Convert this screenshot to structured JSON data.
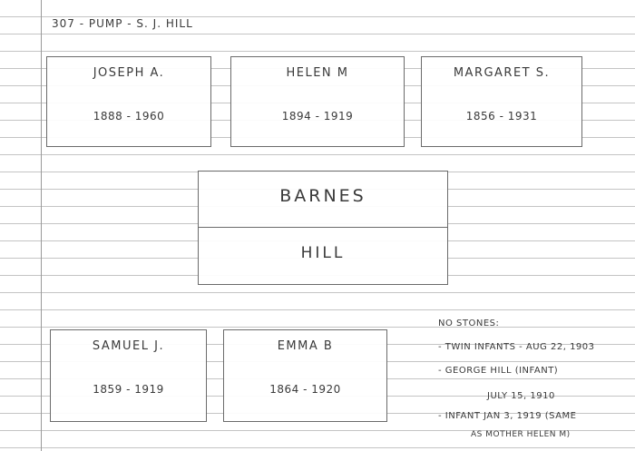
{
  "header": {
    "title": "307 - PUMP - S. J. HILL"
  },
  "top_row": [
    {
      "name": "JOSEPH  A.",
      "dates": "1888 - 1960"
    },
    {
      "name": "HELEN  M",
      "dates": "1894 - 1919"
    },
    {
      "name": "MARGARET  S.",
      "dates": "1856 - 1931"
    }
  ],
  "center": {
    "top": "BARNES",
    "bottom": "HILL"
  },
  "bottom_row": [
    {
      "name": "SAMUEL  J.",
      "dates": "1859 - 1919"
    },
    {
      "name": "EMMA  B",
      "dates": "1864 - 1920"
    }
  ],
  "notes": {
    "heading": "NO STONES:",
    "line1": "- TWIN INFANTS - AUG 22, 1903",
    "line2": "- GEORGE HILL (INFANT)",
    "line3": "JULY 15, 1910",
    "line4": "- INFANT  JAN 3, 1919 (SAME",
    "line5": "AS MOTHER  HELEN M)"
  }
}
